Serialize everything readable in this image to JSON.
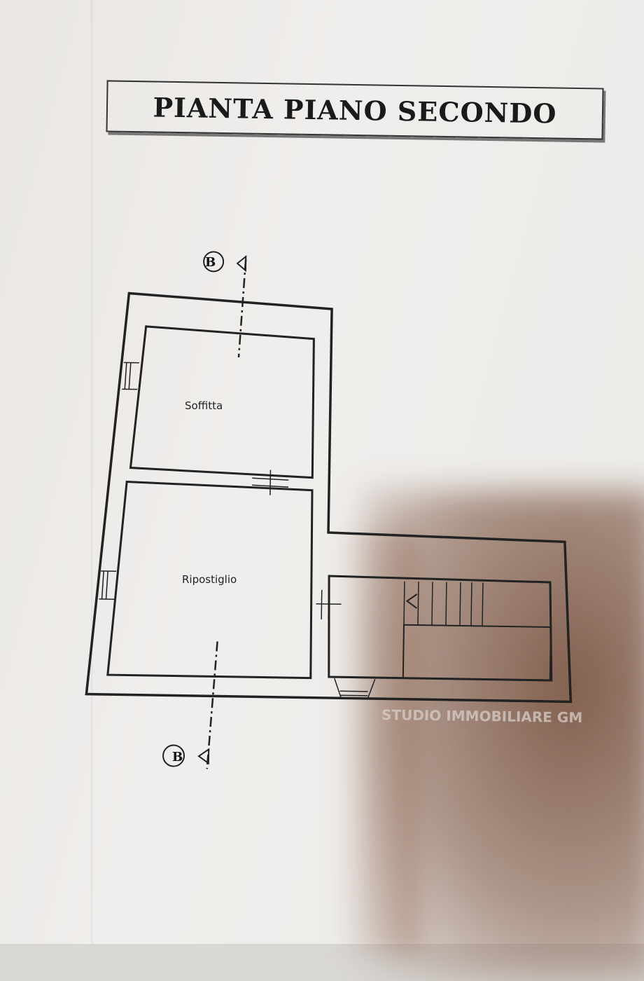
{
  "title": "PIANTA PIANO SECONDO",
  "rooms": {
    "soffitta": "Soffitta",
    "ripostiglio": "Ripostiglio"
  },
  "section_marker": "B",
  "watermark": "STUDIO IMMOBILIARE GM"
}
